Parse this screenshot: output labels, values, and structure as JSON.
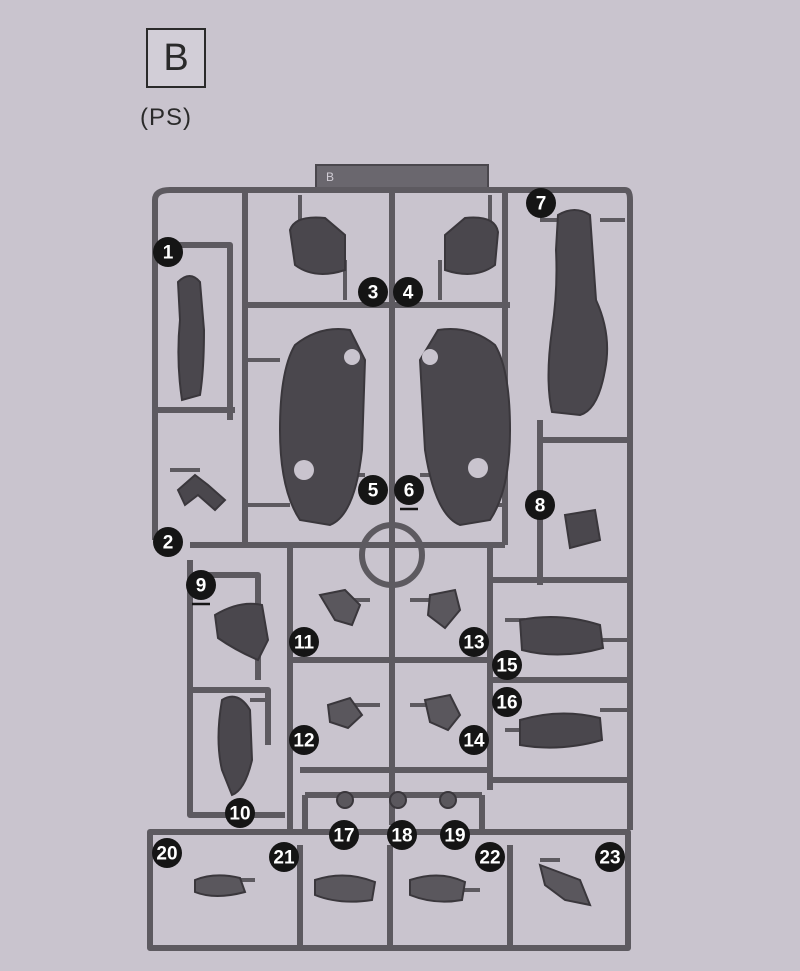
{
  "runner": {
    "letter": "B",
    "material": "(PS)",
    "tab": "B"
  },
  "callouts": [
    {
      "n": "1",
      "u": false
    },
    {
      "n": "2",
      "u": false
    },
    {
      "n": "3",
      "u": false
    },
    {
      "n": "4",
      "u": false
    },
    {
      "n": "5",
      "u": false
    },
    {
      "n": "6",
      "u": true
    },
    {
      "n": "7",
      "u": false
    },
    {
      "n": "8",
      "u": false
    },
    {
      "n": "9",
      "u": true
    },
    {
      "n": "10",
      "u": false
    },
    {
      "n": "11",
      "u": false
    },
    {
      "n": "12",
      "u": false
    },
    {
      "n": "13",
      "u": false
    },
    {
      "n": "14",
      "u": false
    },
    {
      "n": "15",
      "u": false
    },
    {
      "n": "16",
      "u": false
    },
    {
      "n": "17",
      "u": false
    },
    {
      "n": "18",
      "u": false
    },
    {
      "n": "19",
      "u": false
    },
    {
      "n": "20",
      "u": false
    },
    {
      "n": "21",
      "u": false
    },
    {
      "n": "22",
      "u": false
    },
    {
      "n": "23",
      "u": false
    }
  ],
  "colors": {
    "background": "#c9c4ce",
    "sprue": "#5d5a60",
    "part": "#4a474d",
    "callout": "#151515"
  }
}
